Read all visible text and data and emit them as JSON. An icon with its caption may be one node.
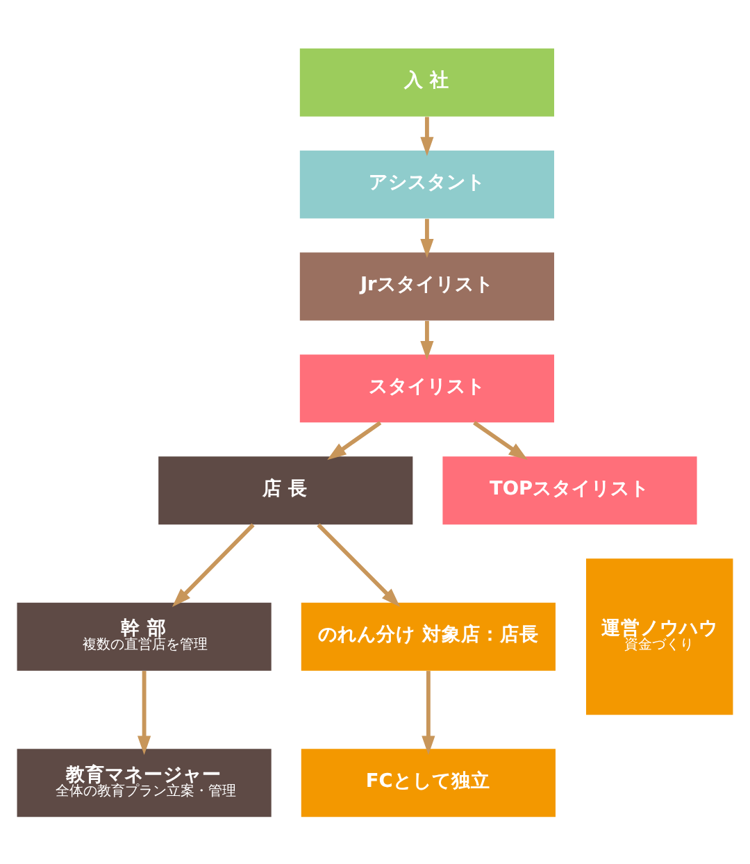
{
  "diagram": {
    "nodes": [
      {
        "text": [
          "入 社"
        ]
      },
      {
        "text": [
          "アシスタント"
        ]
      },
      {
        "text": [
          "Jrスタイリスト"
        ]
      },
      {
        "text": [
          "スタイリスト"
        ]
      },
      {
        "text": [
          "店 長"
        ]
      },
      {
        "text": [
          "TOPスタイリスト"
        ]
      },
      {
        "text": [
          "幹 部",
          "複数の直営店を管理"
        ]
      },
      {
        "text": [
          "のれん分け 対象店：店長"
        ]
      },
      {
        "text": [
          "教育マネージャー",
          "全体の教育プラン立案・管理"
        ]
      },
      {
        "text": [
          "FCとして独立"
        ]
      },
      {
        "text": [
          "運営ノウハウ",
          "資金づくり"
        ]
      }
    ],
    "edges": [
      {
        "from": 0,
        "to": 1,
        "arrow": "to"
      },
      {
        "from": 1,
        "to": 2,
        "arrow": "to"
      },
      {
        "from": 2,
        "to": 3,
        "arrow": "to"
      },
      {
        "from": 3,
        "to": 4,
        "arrow": "to"
      },
      {
        "from": 3,
        "to": 5,
        "arrow": "to"
      },
      {
        "from": 4,
        "to": 6,
        "arrow": "to"
      },
      {
        "from": 4,
        "to": 7,
        "arrow": "to"
      },
      {
        "from": 6,
        "to": 8,
        "arrow": "to"
      },
      {
        "from": 7,
        "to": 9,
        "arrow": "to"
      }
    ]
  }
}
